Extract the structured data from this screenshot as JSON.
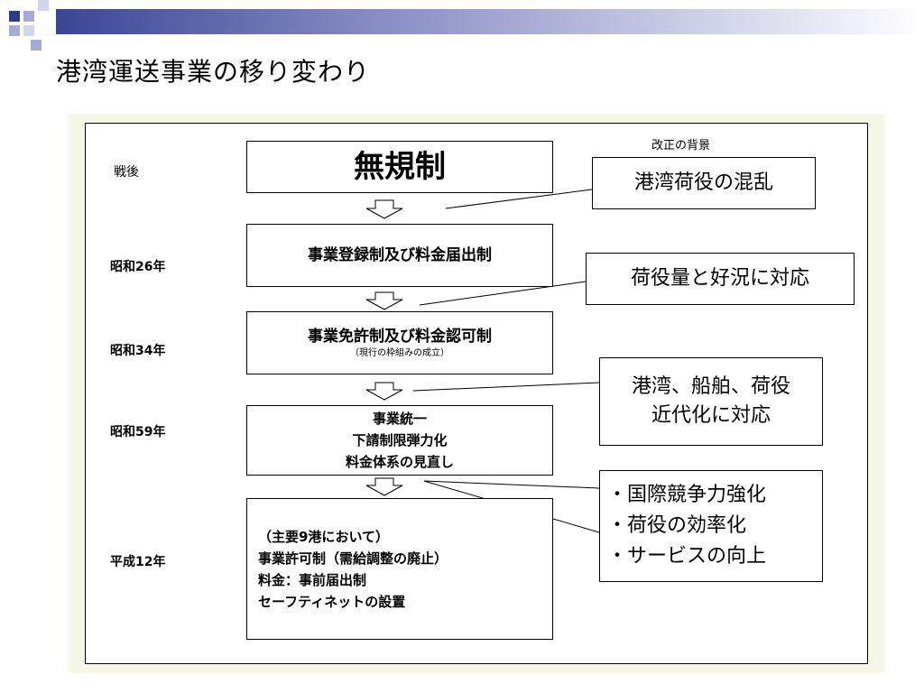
{
  "title": "港湾運送事業の移り変わり",
  "background_header": "改正の背景",
  "eras": [
    "戦後",
    "昭和26年",
    "昭和34年",
    "昭和59年",
    "平成12年"
  ],
  "stages": {
    "s1": {
      "title": "無規制"
    },
    "s2": {
      "title": "事業登録制及び料金届出制"
    },
    "s3": {
      "title": "事業免許制及び料金認可制",
      "note": "（現行の枠組みの成立）"
    },
    "s4": {
      "lines": [
        "事業統一",
        "下請制限弾力化",
        "料金体系の見直し"
      ]
    },
    "s5": {
      "lines": [
        "（主要9港において）",
        "事業許可制（需給調整の廃止）",
        "料金：事前届出制",
        "セーフティネットの設置"
      ]
    }
  },
  "backgrounds": {
    "b1": "港湾荷役の混乱",
    "b2": "荷役量と好況に対応",
    "b3": [
      "港湾、船舶、荷役",
      "近代化に対応"
    ],
    "b4": [
      "・国際競争力強化",
      "・荷役の効率化",
      "・サービスの向上"
    ]
  },
  "colors": {
    "deco_dark": "#2e3a8c",
    "deco_light": "#a7abd6",
    "frame_bg": "#f6f7e6"
  }
}
